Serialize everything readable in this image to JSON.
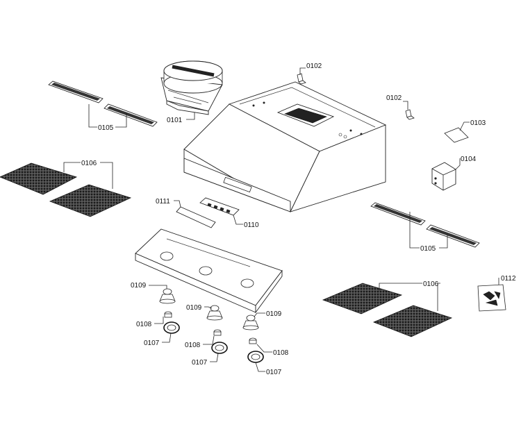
{
  "labels": {
    "p0101": "0101",
    "p0102a": "0102",
    "p0102b": "0102",
    "p0103": "0103",
    "p0104": "0104",
    "p0105a": "0105",
    "p0105b": "0105",
    "p0106a": "0106",
    "p0106b": "0106",
    "p0107a": "0107",
    "p0107b": "0107",
    "p0107c": "0107",
    "p0108a": "0108",
    "p0108b": "0108",
    "p0108c": "0108",
    "p0109a": "0109",
    "p0109b": "0109",
    "p0109c": "0109",
    "p0110": "0110",
    "p0111": "0111",
    "p0112": "0112"
  }
}
